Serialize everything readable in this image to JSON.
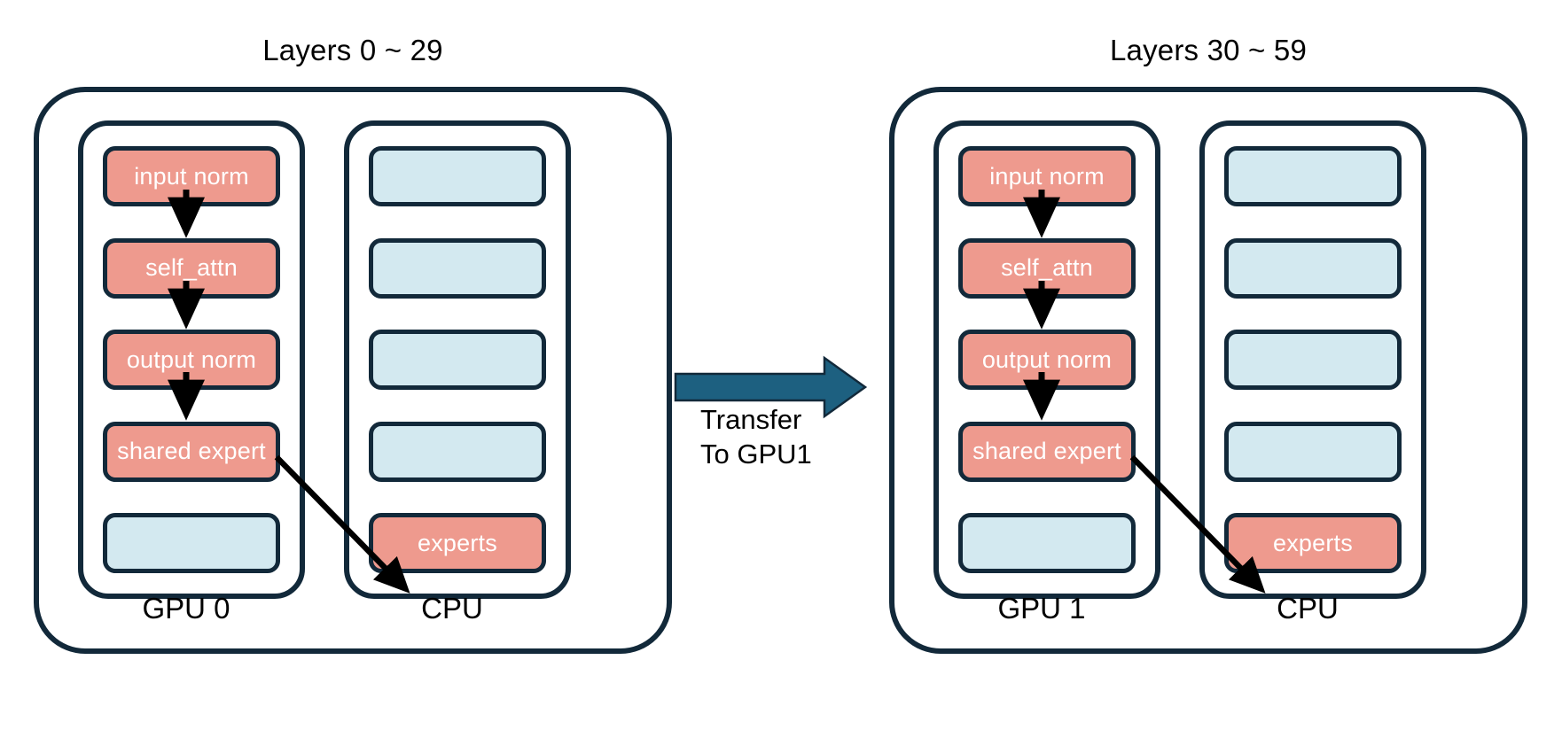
{
  "diagram": {
    "title_hidden": "",
    "colors": {
      "outline": "#12293a",
      "block_red": "#ee9a8e",
      "block_blue": "#d3e9f0",
      "transfer_arrow": "#1d6080",
      "flow_arrow": "#000000",
      "background": "#ffffff",
      "text_on_block": "#ffffff",
      "text_label": "#000000"
    },
    "panels": [
      {
        "id": "panel-left",
        "title": "Layers 0 ~ 29",
        "gpu": {
          "label": "GPU 0",
          "blocks": [
            {
              "label": "input norm",
              "color": "red"
            },
            {
              "label": "self_attn",
              "color": "red"
            },
            {
              "label": "output norm",
              "color": "red"
            },
            {
              "label": "shared expert",
              "color": "red"
            },
            {
              "label": "",
              "color": "blue"
            }
          ]
        },
        "cpu": {
          "label": "CPU",
          "blocks": [
            {
              "label": "",
              "color": "blue"
            },
            {
              "label": "",
              "color": "blue"
            },
            {
              "label": "",
              "color": "blue"
            },
            {
              "label": "",
              "color": "blue"
            },
            {
              "label": "experts",
              "color": "red"
            }
          ]
        }
      },
      {
        "id": "panel-right",
        "title": "Layers 30 ~ 59",
        "gpu": {
          "label": "GPU 1",
          "blocks": [
            {
              "label": "input norm",
              "color": "red"
            },
            {
              "label": "self_attn",
              "color": "red"
            },
            {
              "label": "output norm",
              "color": "red"
            },
            {
              "label": "shared expert",
              "color": "red"
            },
            {
              "label": "",
              "color": "blue"
            }
          ]
        },
        "cpu": {
          "label": "CPU",
          "blocks": [
            {
              "label": "",
              "color": "blue"
            },
            {
              "label": "",
              "color": "blue"
            },
            {
              "label": "",
              "color": "blue"
            },
            {
              "label": "",
              "color": "blue"
            },
            {
              "label": "experts",
              "color": "red"
            }
          ]
        }
      }
    ],
    "transfer": {
      "line1": "Transfer",
      "line2": "To GPU1"
    }
  }
}
